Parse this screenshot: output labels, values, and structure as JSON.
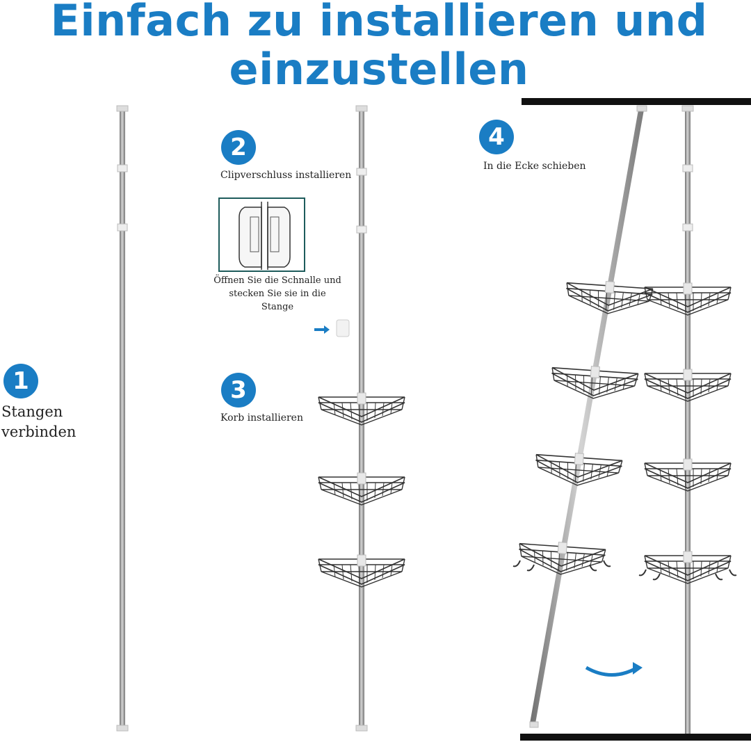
{
  "title": {
    "line1": "Einfach zu installieren und",
    "line2": "einzustellen"
  },
  "steps": [
    {
      "number": "1",
      "label_line1": "Stangen",
      "label_line2": "verbinden"
    },
    {
      "number": "2",
      "label": "Clipverschluss installieren",
      "detail_line1": "Öffnen Sie die Schnalle und",
      "detail_line2": "stecken Sie sie in die Stange"
    },
    {
      "number": "3",
      "label": "Korb installieren"
    },
    {
      "number": "4",
      "label": "In die Ecke schieben"
    }
  ],
  "colors": {
    "accent": "#1a7dc4",
    "pole": "#9a9a9a",
    "basket": "#333333"
  },
  "icons": [
    "arrow-right-icon",
    "curved-arrow-icon",
    "clip-icon"
  ]
}
